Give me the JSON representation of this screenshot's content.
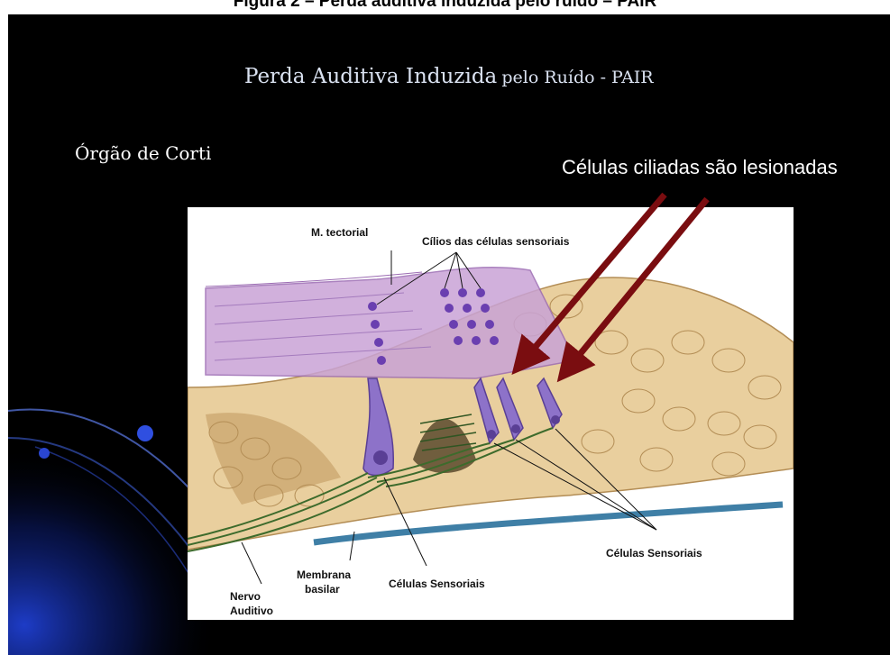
{
  "figure_caption": "Figura 2 – Perda auditiva induzida pelo ruído – PAIR",
  "slide": {
    "title_large": "Perda Auditiva Induzida",
    "title_small": "pelo Ruído - PAIR",
    "subtitle": "Órgão de Corti",
    "callout": "Células ciliadas são lesionadas"
  },
  "diagram_labels": {
    "tectorial": "M. tectorial",
    "cilia": "Cílios das células sensoriais",
    "sensory_right": "Células Sensoriais",
    "membrane_line1": "Membrana",
    "membrane_line2": "basilar",
    "sensory_bottom": "Células Sensoriais",
    "nerve_line1": "Nervo",
    "nerve_line2": "Auditivo"
  },
  "colors": {
    "background": "#000000",
    "arrow": "#7a0d10",
    "tectorial_membrane": "#c9a3d6",
    "tissue": "#e9cf9e",
    "sensory_cells": "#8d72c9",
    "nerve_fibers": "#3d6b2c",
    "basilar_membrane": "#3f7fa6"
  }
}
